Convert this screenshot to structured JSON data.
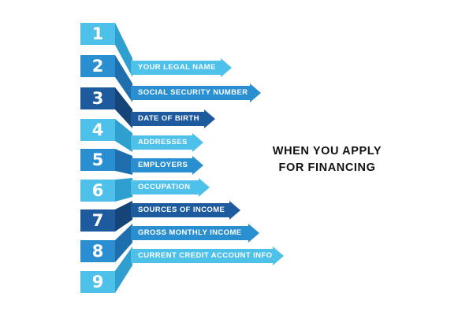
{
  "title": {
    "line1": "WHEN YOU APPLY",
    "line2": "FOR FINANCING"
  },
  "steps": [
    {
      "number": "1",
      "label": "YOUR LEGAL NAME",
      "color": "#4ec1ea"
    },
    {
      "number": "2",
      "label": "SOCIAL SECURITY NUMBER",
      "color": "#2a8fd0"
    },
    {
      "number": "3",
      "label": "DATE OF BIRTH",
      "color": "#1d5b9e"
    },
    {
      "number": "4",
      "label": "ADDRESSES",
      "color": "#4ec1ea"
    },
    {
      "number": "5",
      "label": "EMPLOYERS",
      "color": "#2a8fd0"
    },
    {
      "number": "6",
      "label": "OCCUPATION",
      "color": "#4ec1ea"
    },
    {
      "number": "7",
      "label": "SOURCES OF INCOME",
      "color": "#1d5b9e"
    },
    {
      "number": "8",
      "label": "GROSS MONTHLY INCOME",
      "color": "#2a8fd0"
    },
    {
      "number": "9",
      "label": "CURRENT CREDIT ACCOUNT INFO",
      "color": "#4ec1ea"
    }
  ]
}
